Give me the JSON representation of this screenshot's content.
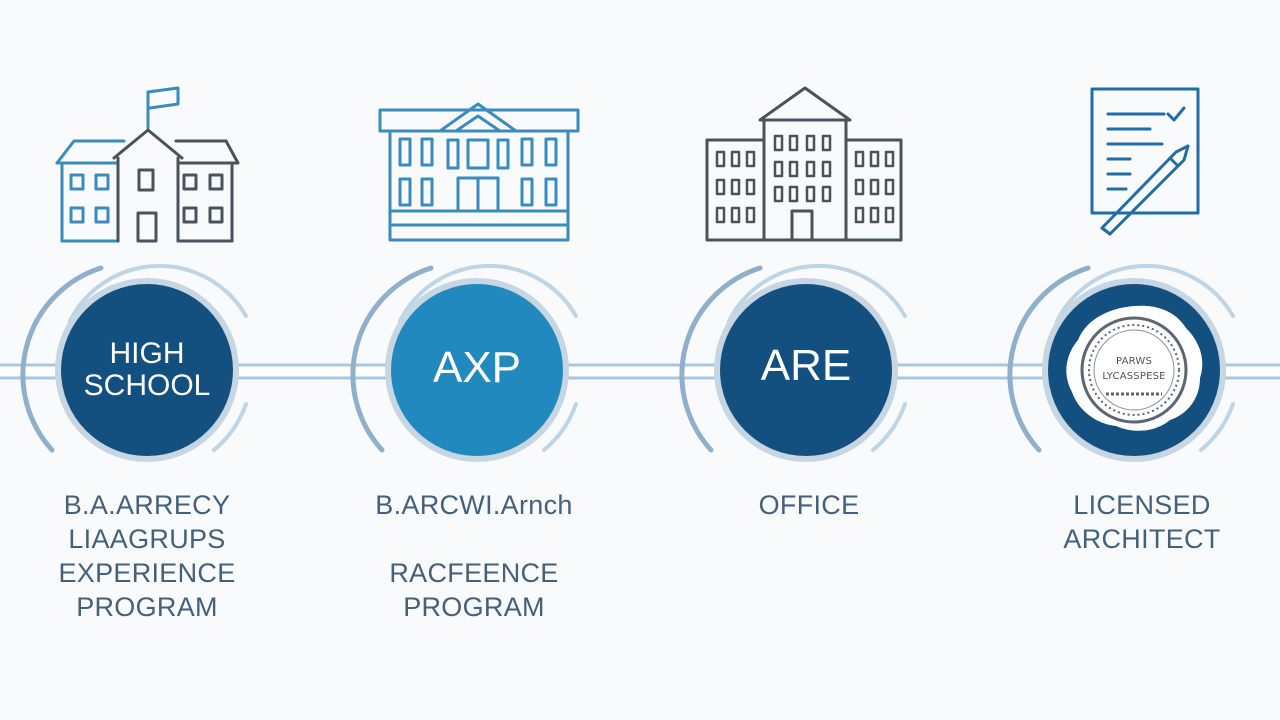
{
  "colors": {
    "background": "#f8fafb",
    "dark_blue": "#134f7f",
    "light_blue": "#2189bd",
    "line": "#a9c7dc",
    "ring": "#8fb0cc",
    "icon_outline": "#48535e",
    "icon_blue": "#3a8cbf",
    "label_text": "#44607a"
  },
  "steps": [
    {
      "icon": "school-building-icon",
      "circle_text": "HIGH\nSCHOOL",
      "circle_color": "#134f7f",
      "label_lines": [
        "B.A.ARRECY",
        "LIAAGRUPS",
        "EXPERIENCE",
        "PROGRAM"
      ]
    },
    {
      "icon": "university-building-icon",
      "circle_text": "AXP",
      "circle_color": "#2189bd",
      "label_lines": [
        "B.ARCWI.Arnch",
        "",
        "RACFEENCE",
        "PROGRAM"
      ]
    },
    {
      "icon": "office-building-icon",
      "circle_text": "ARE",
      "circle_color": "#134f7f",
      "label_lines": [
        "OFFICE"
      ]
    },
    {
      "icon": "license-document-icon",
      "circle_text": "",
      "circle_color": "#134f7f",
      "seal_icon": "seal-stamp-icon",
      "seal_lines": [
        "PARWS",
        "LYCASSPESE"
      ],
      "label_lines": [
        "LICENSED",
        "ARCHITECT"
      ]
    }
  ]
}
